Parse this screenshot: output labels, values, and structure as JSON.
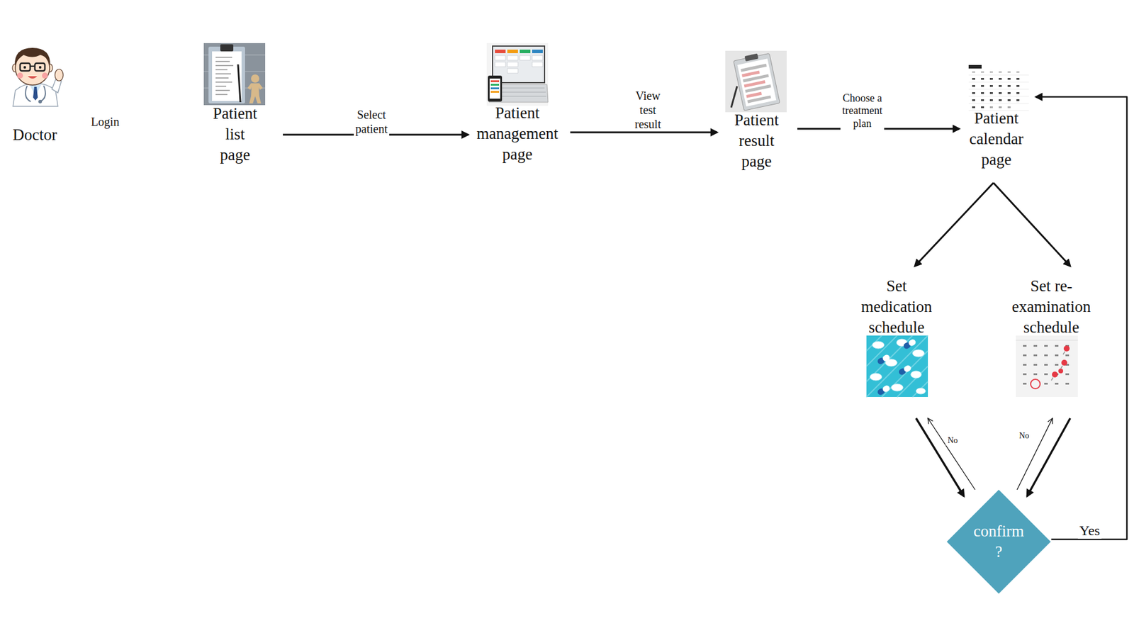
{
  "diagram": {
    "nodes": [
      {
        "text": [
          "Doctor"
        ]
      },
      {
        "text": [
          "Patient list page"
        ]
      },
      {
        "text": [
          "Patient management page"
        ]
      },
      {
        "text": [
          "Patient result page"
        ]
      },
      {
        "text": [
          "Patient calendar page"
        ]
      },
      {
        "text": [
          "Set medication schedule"
        ]
      },
      {
        "text": [
          "Set re-examination schedule"
        ]
      },
      {
        "text": [
          "confirm ?"
        ]
      }
    ],
    "edges": [
      {
        "from": 1,
        "to": 2,
        "label": "Select patient",
        "arrow": "to"
      },
      {
        "from": 2,
        "to": 3,
        "label": "View test result",
        "arrow": "to"
      },
      {
        "from": 3,
        "to": 4,
        "label": "Choose a treatment plan",
        "arrow": "to"
      },
      {
        "from": 4,
        "to": 5,
        "arrow": "to"
      },
      {
        "from": 4,
        "to": 6,
        "arrow": "to"
      },
      {
        "from": 5,
        "to": 7,
        "arrow": "to"
      },
      {
        "from": 7,
        "to": 5,
        "label": "No",
        "arrow": "to"
      },
      {
        "from": 6,
        "to": 7,
        "arrow": "to"
      },
      {
        "from": 7,
        "to": 6,
        "label": "No",
        "arrow": "to"
      },
      {
        "from": 7,
        "to": 4,
        "label": "Yes",
        "arrow": "to"
      }
    ],
    "labels": [
      "Login"
    ]
  }
}
